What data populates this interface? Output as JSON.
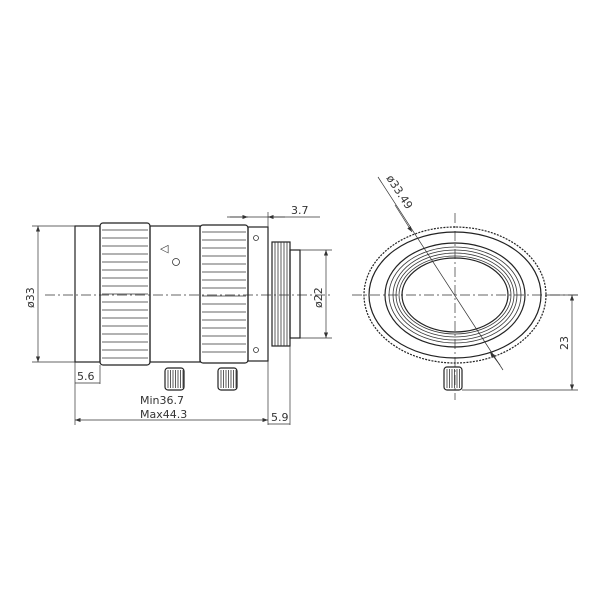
{
  "side_view": {
    "dim_diameter_body": "ø33",
    "dim_diameter_mount": "ø22",
    "dim_back_flange": "3.7",
    "dim_front_ring": "5.6",
    "dim_length_min": "Min36.7",
    "dim_length_max": "Max44.3",
    "dim_thread": "5.9"
  },
  "front_view": {
    "dim_diameter_outer": "ø33.49",
    "dim_knob_offset": "23"
  },
  "line_color": "#222222"
}
